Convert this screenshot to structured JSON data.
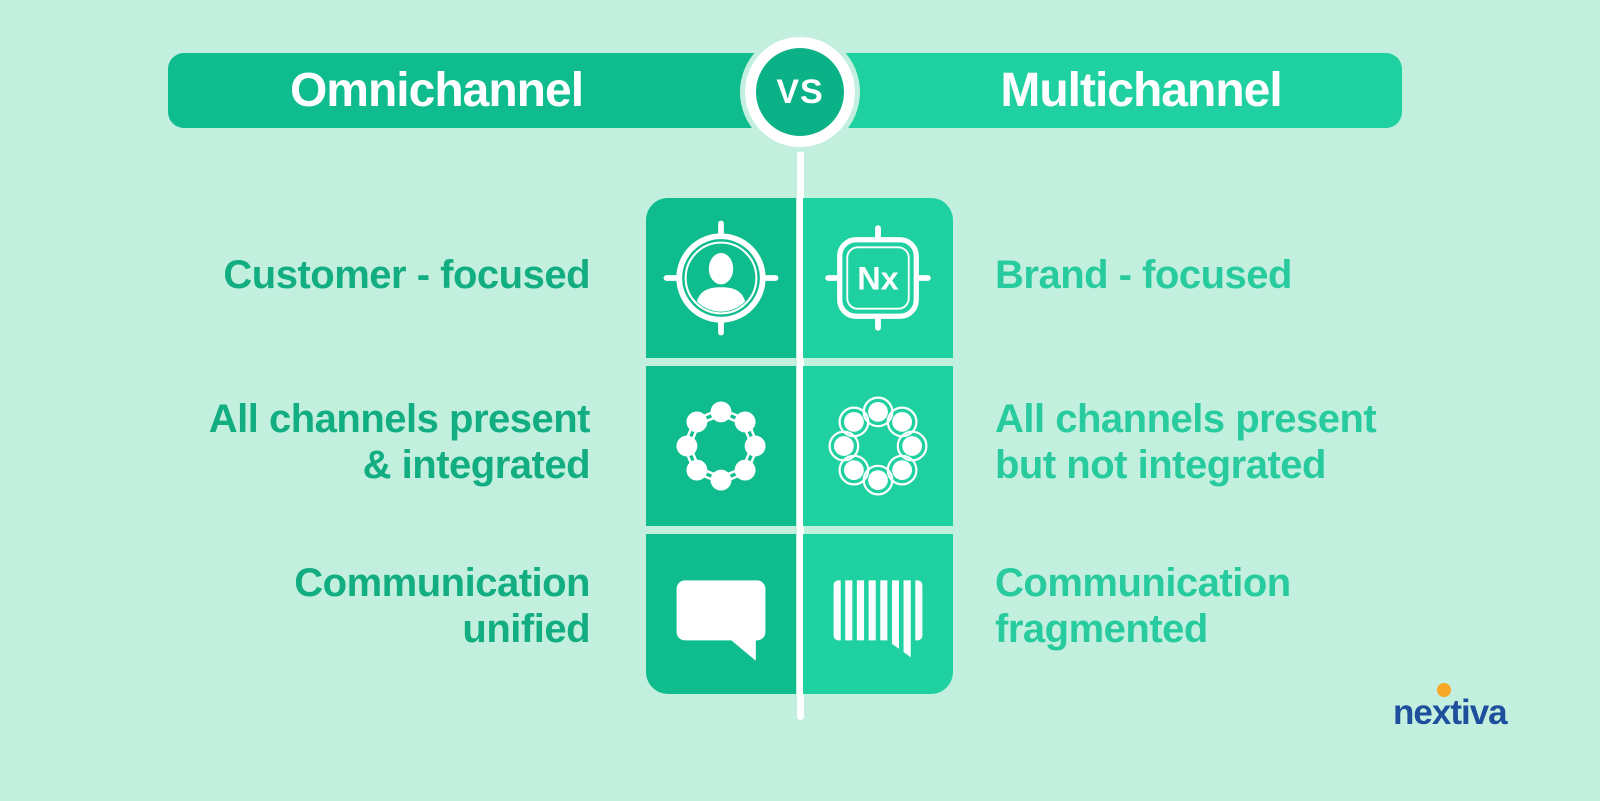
{
  "header": {
    "left_title": "Omnichannel",
    "right_title": "Multichannel",
    "vs_label": "vs"
  },
  "rows": [
    {
      "left_lines": [
        "Customer - focused"
      ],
      "right_lines": [
        "Brand - focused"
      ],
      "left_icon": "customer-target-icon",
      "right_icon": "nx-brand-icon",
      "nx_label": "Nx"
    },
    {
      "left_lines": [
        "All channels present",
        "& integrated"
      ],
      "right_lines": [
        "All channels present",
        "but not integrated"
      ],
      "left_icon": "channels-linked-icon",
      "right_icon": "channels-unlinked-icon"
    },
    {
      "left_lines": [
        "Communication",
        "unified"
      ],
      "right_lines": [
        "Communication",
        "fragmented"
      ],
      "left_icon": "speech-bubble-unified-icon",
      "right_icon": "speech-bubble-fragmented-icon"
    }
  ],
  "footer": {
    "logo_pre": "ne",
    "logo_x": "x",
    "logo_post": "tiva"
  },
  "colors": {
    "background": "#c3f0de",
    "green_dark": "#0ebc8e",
    "green_light": "#1fd0a0",
    "vs_circle": "#0cb287",
    "text_left": "#12ad80",
    "text_right": "#28cb9e",
    "logo_blue": "#1d4f9c",
    "logo_orange": "#f9a825",
    "icon_white": "#ffffff"
  }
}
